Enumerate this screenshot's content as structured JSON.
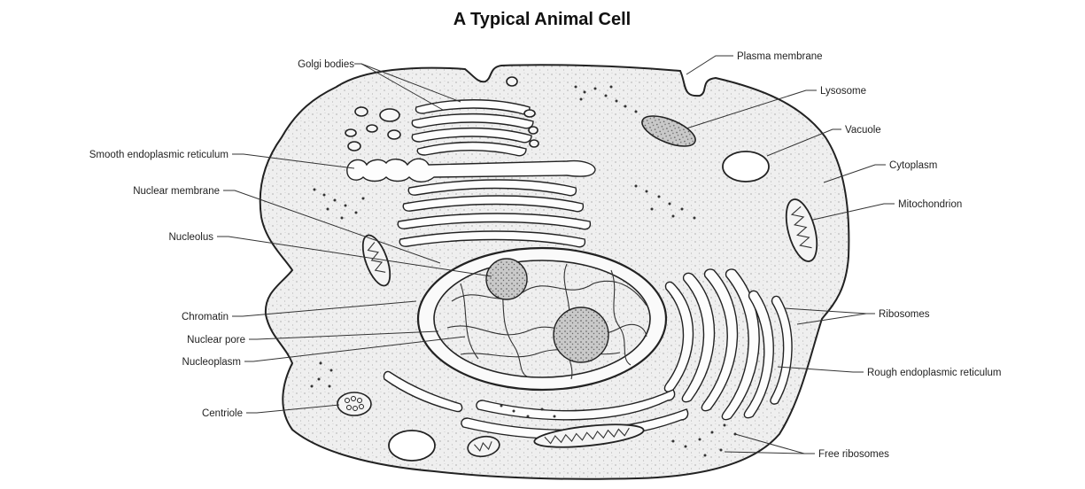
{
  "title": "A Typical Animal Cell",
  "labels": {
    "golgi_bodies": "Golgi bodies",
    "plasma_membrane": "Plasma membrane",
    "lysosome": "Lysosome",
    "vacuole": "Vacuole",
    "smooth_er": "Smooth endoplasmic reticulum",
    "cytoplasm": "Cytoplasm",
    "nuclear_membrane": "Nuclear membrane",
    "mitochondrion": "Mitochondrion",
    "nucleolus": "Nucleolus",
    "chromatin": "Chromatin",
    "ribosomes": "Ribosomes",
    "nuclear_pore": "Nuclear pore",
    "nucleoplasm": "Nucleoplasm",
    "rough_er": "Rough endoplasmic reticulum",
    "centriole": "Centriole",
    "free_ribosomes": "Free ribosomes"
  }
}
